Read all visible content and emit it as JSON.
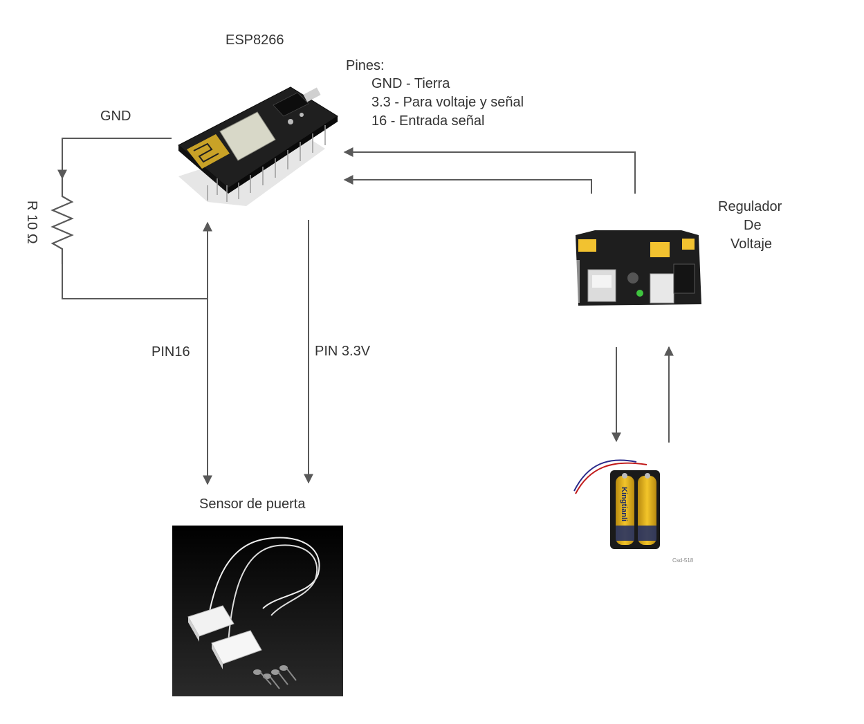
{
  "esp": {
    "title": "ESP8266"
  },
  "pins": {
    "heading": "Pines:",
    "items": [
      "GND - Tierra",
      "3.3 - Para voltaje y señal",
      "16 - Entrada señal"
    ]
  },
  "labels": {
    "gnd": "GND",
    "resistor": "R 10 Ω",
    "pin16": "PIN16",
    "pin33": "PIN 3.3V",
    "sensor": "Sensor de puerta",
    "regulator": [
      "Regulador",
      "De",
      "Voltaje"
    ],
    "battery_code": "Csd-518"
  },
  "brand": {
    "battery": "Kingtianli"
  },
  "colors": {
    "wire": "#595959",
    "board_pcb": "#1f1f1f",
    "module_shield": "#d8d8c8",
    "antenna_gold": "#c9a227",
    "jumper_yellow": "#f2c230",
    "battery_yellow": "#f0c020",
    "sensor_bg": "#111111"
  }
}
